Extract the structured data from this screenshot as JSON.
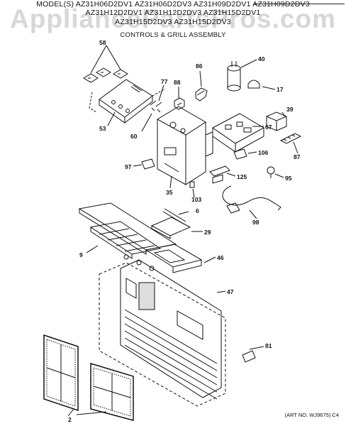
{
  "header": {
    "line1": "MODEL(S) AZ31H06D2DV1  AZ31H06D2DV3  AZ31H09D2DV1  AZ31H09D2DV3",
    "line2": "AZ31H12D2DV1  AZ31H12D2DV3  AZ31H15D2DV1",
    "line3": "AZ31H15D2DV3  AZ31H15D2DV3",
    "subtitle": "CONTROLS & GRILL ASSEMBLY"
  },
  "watermark": "AppliancePartsPros.com",
  "art_number": "(ART NO. WJ9675) C4",
  "part_labels": {
    "p58": "58",
    "p77": "77",
    "p88": "88",
    "p86": "86",
    "p40": "40",
    "p17": "17",
    "p53": "53",
    "p60": "60",
    "p39": "39",
    "p67": "67",
    "p87": "87",
    "p106": "106",
    "p97": "97",
    "p125": "125",
    "p95": "95",
    "p35": "35",
    "p103": "103",
    "p6": "6",
    "p98": "98",
    "p29": "29",
    "p9": "9",
    "p46": "46",
    "p47": "47",
    "p81": "81",
    "p2": "2"
  }
}
